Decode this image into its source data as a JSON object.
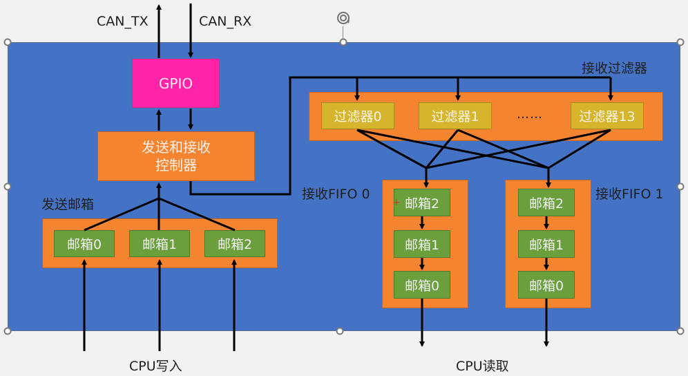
{
  "colors": {
    "canvas": "#4472c4",
    "gpio": "#ff24a7",
    "orange_block": "#f58431",
    "mailbox_green": "#6a9f3c",
    "filter_yellow": "#d6b42b",
    "wire": "#000000"
  },
  "external": {
    "can_tx": "CAN_TX",
    "can_rx": "CAN_RX",
    "cpu_write": "CPU写入",
    "cpu_read": "CPU读取"
  },
  "gpio": {
    "label": "GPIO"
  },
  "controller": {
    "line1": "发送和接收",
    "line2": "控制器"
  },
  "tx_mailboxes": {
    "title": "发送邮箱",
    "items": [
      "邮箱0",
      "邮箱1",
      "邮箱2"
    ]
  },
  "filters": {
    "title": "接收过滤器",
    "items": [
      "过滤器0",
      "过滤器1",
      "过滤器13"
    ],
    "ellipsis": "……"
  },
  "fifo0": {
    "title": "接收FIFO 0",
    "items": [
      "邮箱2",
      "邮箱1",
      "邮箱0"
    ]
  },
  "fifo1": {
    "title": "接收FIFO 1",
    "items": [
      "邮箱2",
      "邮箱1",
      "邮箱0"
    ]
  },
  "selection": {
    "rotate_icon": "rotate-handle-icon",
    "cursor_glyph": "+"
  }
}
